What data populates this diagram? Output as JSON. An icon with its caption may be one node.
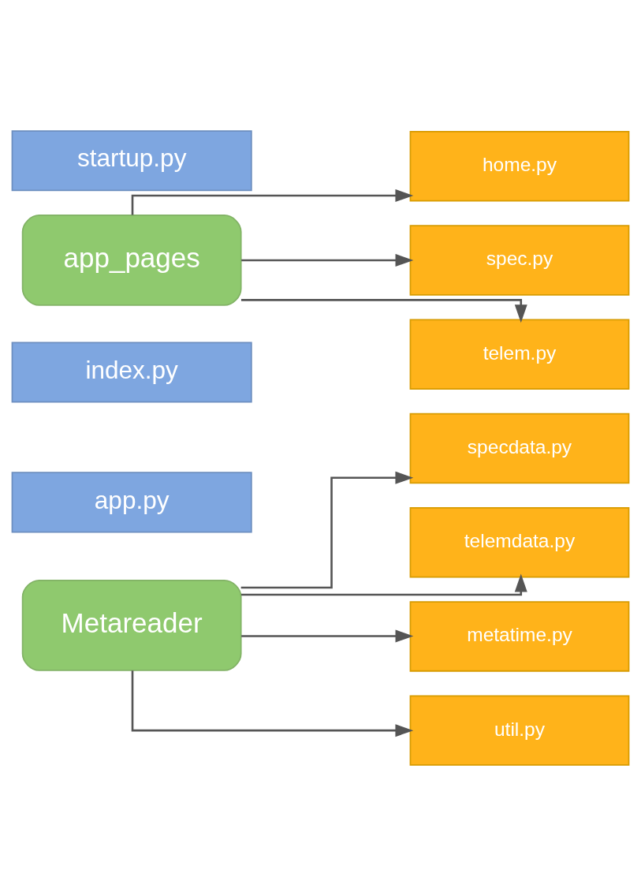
{
  "diagram": {
    "nodes": [
      {
        "text": [
          "Metareader"
        ]
      },
      {
        "text": [
          "specdata.py"
        ]
      },
      {
        "text": [
          "telemdata.py"
        ]
      },
      {
        "text": [
          "metatime.py"
        ]
      },
      {
        "text": [
          "util.py"
        ]
      },
      {
        "text": [
          "app.py"
        ]
      },
      {
        "text": [
          "index.py"
        ]
      },
      {
        "text": [
          "app_pages"
        ]
      },
      {
        "text": [
          "home.py"
        ]
      },
      {
        "text": [
          "spec.py"
        ]
      },
      {
        "text": [
          "telem.py"
        ]
      },
      {
        "text": [
          "startup.py"
        ]
      }
    ],
    "edges": [
      {
        "from": 0,
        "to": 1,
        "arrow": "to"
      },
      {
        "from": 0,
        "to": 2,
        "arrow": "to"
      },
      {
        "from": 0,
        "to": 3,
        "arrow": "to"
      },
      {
        "from": 0,
        "to": 4,
        "arrow": "to"
      },
      {
        "from": 7,
        "to": 8,
        "arrow": "to"
      },
      {
        "from": 7,
        "to": 9,
        "arrow": "to"
      },
      {
        "from": 7,
        "to": 10,
        "arrow": "to"
      }
    ]
  }
}
